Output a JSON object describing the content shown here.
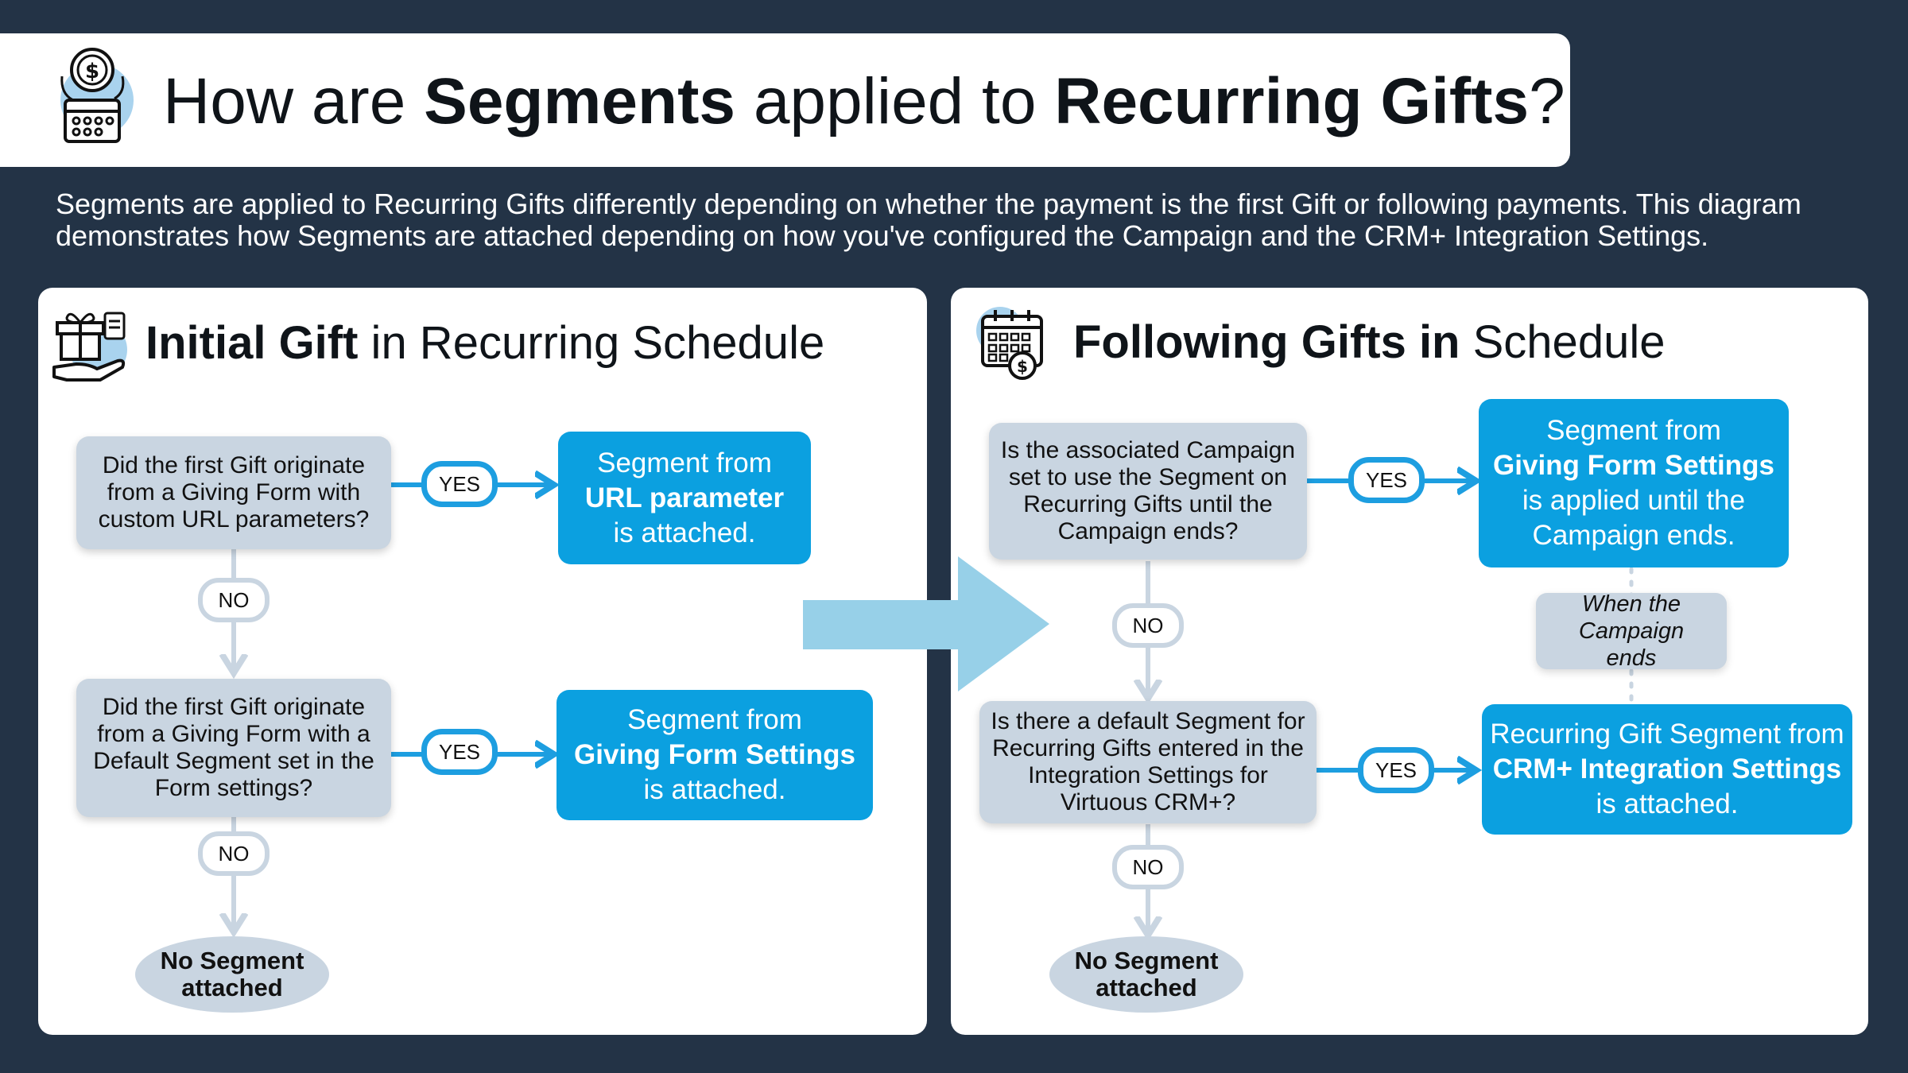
{
  "header": {
    "title_pre": "How are ",
    "title_bold1": "Segments",
    "title_mid": " applied to ",
    "title_bold2": "Recurring Gifts",
    "title_post": "?",
    "icon": "recurring-payment-calendar-icon"
  },
  "intro": "Segments are applied to Recurring Gifts differently depending on whether the payment is the first Gift or following payments. This diagram demonstrates how Segments are attached depending on how you've configured the Campaign and the CRM+ Integration Settings.",
  "left_panel": {
    "icon": "gift-in-hand-icon",
    "title_bold": "Initial Gift",
    "title_rest": " in Recurring Schedule",
    "q1": "Did the first Gift originate from a Giving Form with custom URL parameters?",
    "a1_line1": "Segment from",
    "a1_bold": "URL parameter",
    "a1_line3": "is attached.",
    "q2": "Did the first Gift originate from a Giving Form with a Default Segment set in the Form settings?",
    "a2_line1": "Segment from",
    "a2_bold": "Giving Form Settings",
    "a2_line3": "is attached.",
    "yes": "YES",
    "no": "NO",
    "end_line1": "No Segment",
    "end_line2": "attached"
  },
  "right_panel": {
    "icon": "calendar-dollar-icon",
    "title_bold": "Following Gifts in",
    "title_rest": " Schedule",
    "q1": "Is the associated Campaign set to use the Segment on Recurring Gifts until the Campaign ends?",
    "a1_line1": "Segment from",
    "a1_bold": "Giving Form Settings",
    "a1_line3": "is applied until the",
    "a1_line4": "Campaign ends.",
    "when": "When the Campaign ends",
    "q2": "Is there a default Segment for Recurring Gifts entered in the  Integration Settings for Virtuous CRM+?",
    "a2_line1": "Recurring Gift Segment from",
    "a2_bold": "CRM+ Integration Settings",
    "a2_line3": "is attached.",
    "yes": "YES",
    "no": "NO",
    "end_line1": "No Segment",
    "end_line2": "attached"
  },
  "colors": {
    "background": "#233346",
    "answer_blue": "#0ba0e0",
    "question_gray": "#c9d5e1",
    "big_arrow": "#97d0e8"
  }
}
